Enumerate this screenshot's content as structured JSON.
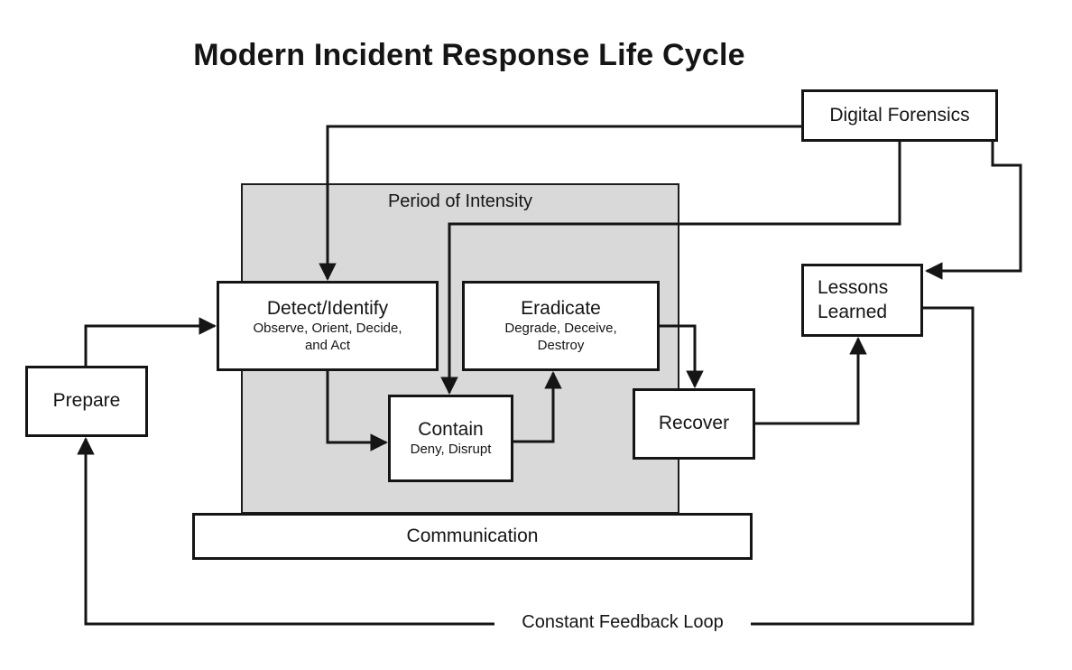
{
  "title": "Modern Incident Response Life Cycle",
  "nodes": {
    "digital_forensics": {
      "label": "Digital Forensics"
    },
    "period_of_intensity": {
      "label": "Period of Intensity"
    },
    "detect_identify": {
      "title": "Detect/Identify",
      "subtitle": "Observe, Orient, Decide, and Act"
    },
    "eradicate": {
      "title": "Eradicate",
      "subtitle": "Degrade, Deceive, Destroy"
    },
    "contain": {
      "title": "Contain",
      "subtitle": "Deny, Disrupt"
    },
    "prepare": {
      "label": "Prepare"
    },
    "recover": {
      "label": "Recover"
    },
    "lessons_learned": {
      "label": "Lessons Learned"
    },
    "communication": {
      "label": "Communication"
    },
    "constant_feedback_loop": {
      "label": "Constant Feedback Loop"
    }
  },
  "colors": {
    "region_fill": "#d9d9d9",
    "line_color": "#151515",
    "box_fill": "#ffffff"
  }
}
